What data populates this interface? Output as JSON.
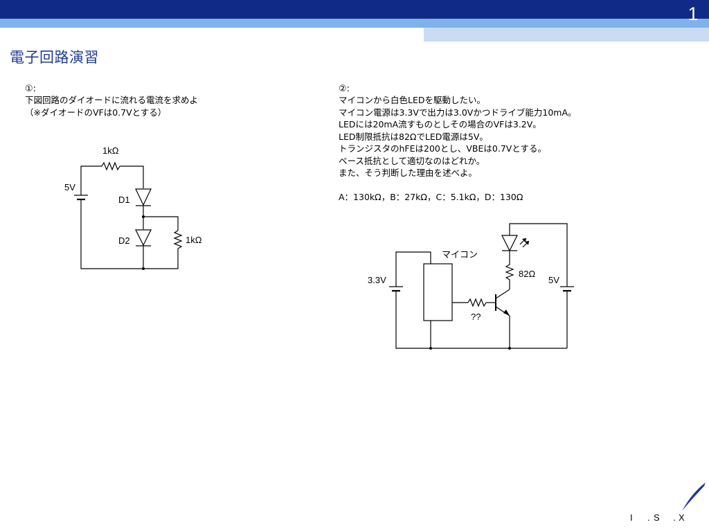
{
  "header": {
    "page_number": "1",
    "title": "電子回路演習"
  },
  "q1": {
    "number": "①:",
    "lines": [
      "下図回路のダイオードに流れる電流を求めよ",
      "（※ダイオードのVFは0.7Vとする）"
    ],
    "circuit": {
      "r_top": "1kΩ",
      "battery": "5V",
      "d1": "D1",
      "d2": "D2",
      "r_side": "1kΩ"
    }
  },
  "q2": {
    "number": "②:",
    "lines": [
      "マイコンから白色LEDを駆動したい。",
      "マイコン電源は3.3Vで出力は3.0Vかつドライブ能力10mA。",
      "LEDには20mA流すものとしその場合のVFは3.2V。",
      "LED制限抵抗は82ΩでLED電源は5V。",
      "トランジスタのhFEは200とし、VBEは0.7Vとする。",
      "ベース抵抗として適切なのはどれか。",
      "また、そう判断した理由を述べよ。"
    ],
    "choices": "A：130kΩ，B：27kΩ，C：5.1kΩ，D：130Ω",
    "circuit": {
      "mcu_label": "マイコン",
      "v_left": "3.3V",
      "r_led": "82Ω",
      "v_right": "5V",
      "r_base": "??"
    }
  },
  "logo": {
    "text": "I.S.X",
    "letters": [
      "I",
      "S",
      "X"
    ],
    "color": "#8a929c",
    "accent": "#1f3a93"
  }
}
